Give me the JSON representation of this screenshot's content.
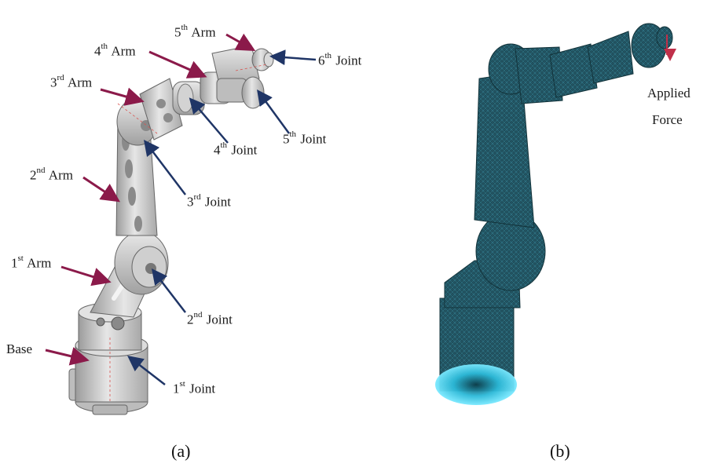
{
  "panel_a": {
    "caption": "(a)",
    "labels": {
      "arm5": {
        "pre": "5",
        "sup": "th",
        "post": " Arm"
      },
      "arm4": {
        "pre": "4",
        "sup": "th",
        "post": " Arm"
      },
      "joint6": {
        "pre": "6",
        "sup": "th",
        "post": " Joint"
      },
      "arm3": {
        "pre": "3",
        "sup": "rd",
        "post": " Arm"
      },
      "joint5": {
        "pre": "5",
        "sup": "th",
        "post": " Joint"
      },
      "joint4": {
        "pre": "4",
        "sup": "th",
        "post": " Joint"
      },
      "arm2": {
        "pre": "2",
        "sup": "nd",
        "post": " Arm"
      },
      "joint3": {
        "pre": "3",
        "sup": "rd",
        "post": " Joint"
      },
      "arm1": {
        "pre": "1",
        "sup": "st",
        "post": " Arm"
      },
      "joint2": {
        "pre": "2",
        "sup": "nd",
        "post": " Joint"
      },
      "base": {
        "pre": "Base",
        "sup": "",
        "post": ""
      },
      "joint1": {
        "pre": "1",
        "sup": "st",
        "post": " Joint"
      }
    }
  },
  "panel_b": {
    "caption": "(b)",
    "applied_force_line1": "Applied",
    "applied_force_line2": "Force"
  },
  "colors": {
    "label_arrow_magenta": "#8b1a4a",
    "label_arrow_navy": "#1f3566",
    "robot_gray": "#c9c9c9",
    "mesh_teal": "#1d4a57",
    "mesh_fix_cyan": "#33d6f2",
    "force_arrow": "#c0304a"
  }
}
